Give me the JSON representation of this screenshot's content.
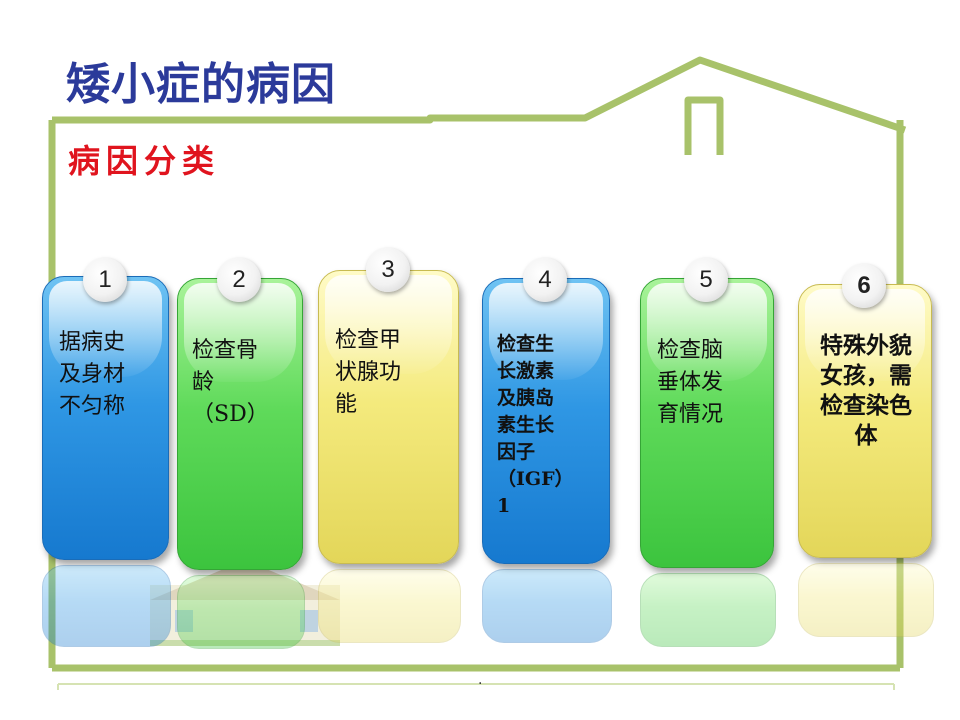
{
  "slide": {
    "title": "矮小症的病因",
    "subtitle": "病因分类",
    "footer_mark": "."
  },
  "colors": {
    "title": "#2b3a9a",
    "subtitle": "#e0141e",
    "house_outline": "#a8c26a",
    "card_blue": "#2f97e4",
    "card_green": "#5fda5a",
    "card_yellow": "#f4ea7d"
  },
  "cards": [
    {
      "number": "1",
      "text": "据病史\n及身材\n不匀称",
      "color": "blue"
    },
    {
      "number": "2",
      "text": "检查骨\n龄\n（SD）",
      "color": "green"
    },
    {
      "number": "3",
      "text": "检查甲\n状腺功\n能",
      "color": "yellow"
    },
    {
      "number": "4",
      "text": "检查生\n长激素\n及胰岛\n素生长\n因子\n（IGF）\n1",
      "color": "blue"
    },
    {
      "number": "5",
      "text": "检查脑\n垂体发\n育情况",
      "color": "green"
    },
    {
      "number": "6",
      "text": "特殊外貌\n女孩，需\n检查染色\n体",
      "color": "yellow"
    }
  ]
}
